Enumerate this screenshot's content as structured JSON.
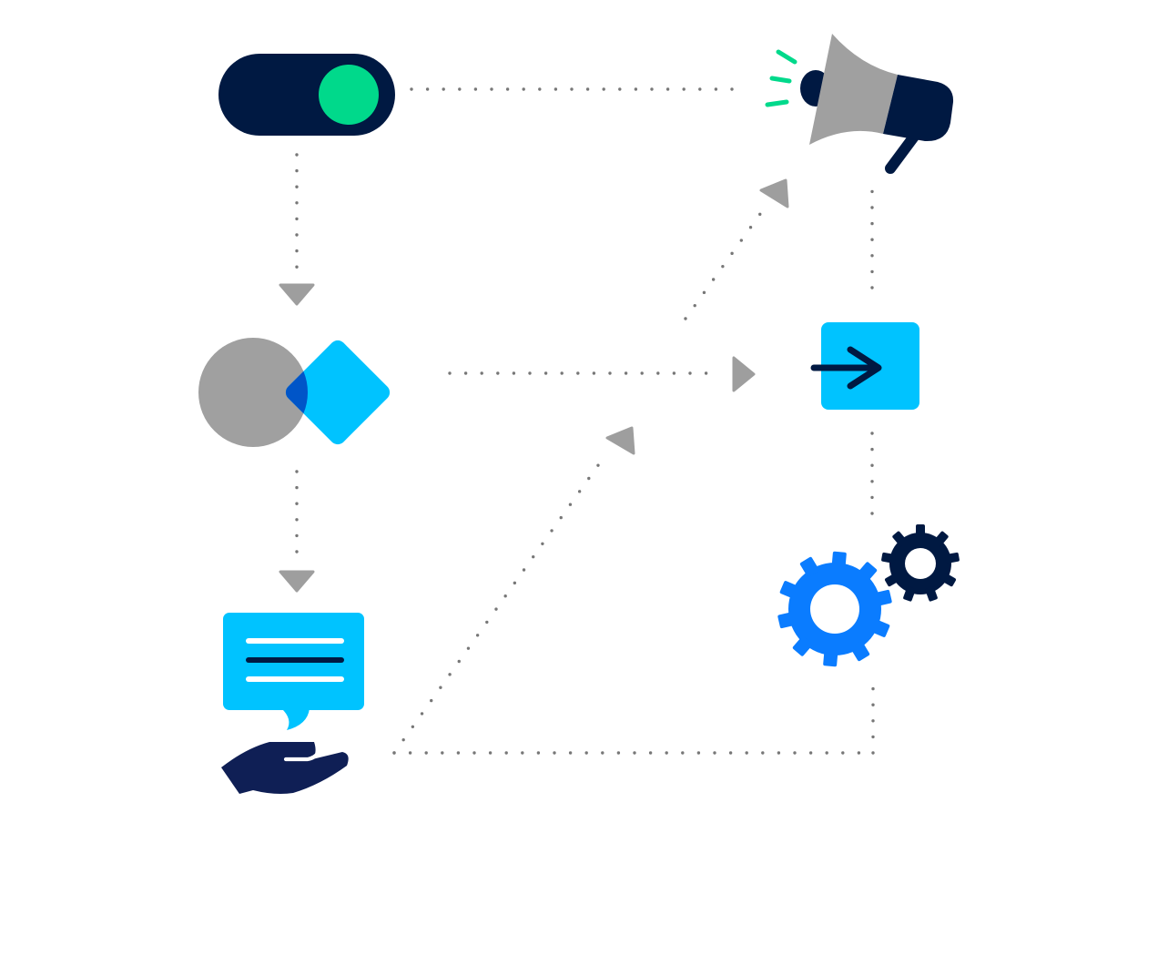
{
  "diagram": {
    "kind": "workflow-flowchart",
    "colors": {
      "navy": "#001942",
      "hand_navy": "#0f1f55",
      "green": "#00d98b",
      "gray": "#a0a0a0",
      "light_blue": "#00c3ff",
      "overlap_blue": "#0055c8",
      "bright_blue": "#0a7cff",
      "dot_gray": "#777777",
      "arrow_gray": "#9e9e9e",
      "white": "#ffffff"
    },
    "nodes": [
      {
        "id": "toggle",
        "icon": "toggle-switch-icon",
        "state": "on"
      },
      {
        "id": "decision",
        "icon": "circle-diamond-overlap-icon"
      },
      {
        "id": "message",
        "icon": "chat-bubble-hand-icon"
      },
      {
        "id": "broadcast",
        "icon": "megaphone-icon"
      },
      {
        "id": "action",
        "icon": "arrow-right-square-icon"
      },
      {
        "id": "automation",
        "icon": "gears-icon"
      }
    ],
    "edges": [
      {
        "from": "toggle",
        "to": "broadcast",
        "arrowhead": false
      },
      {
        "from": "toggle",
        "to": "decision",
        "arrowhead": true
      },
      {
        "from": "decision",
        "to": "action",
        "arrowhead": true
      },
      {
        "from": "decision",
        "to": "message",
        "arrowhead": true
      },
      {
        "from": "message",
        "to": "decision-action-gap",
        "arrowhead": true
      },
      {
        "from": "decision-action-gap",
        "to": "broadcast",
        "arrowhead": true
      },
      {
        "from": "message",
        "to": "automation",
        "arrowhead": false
      },
      {
        "from": "automation",
        "to": "action",
        "arrowhead": false
      },
      {
        "from": "action",
        "to": "broadcast",
        "arrowhead": false
      }
    ]
  }
}
